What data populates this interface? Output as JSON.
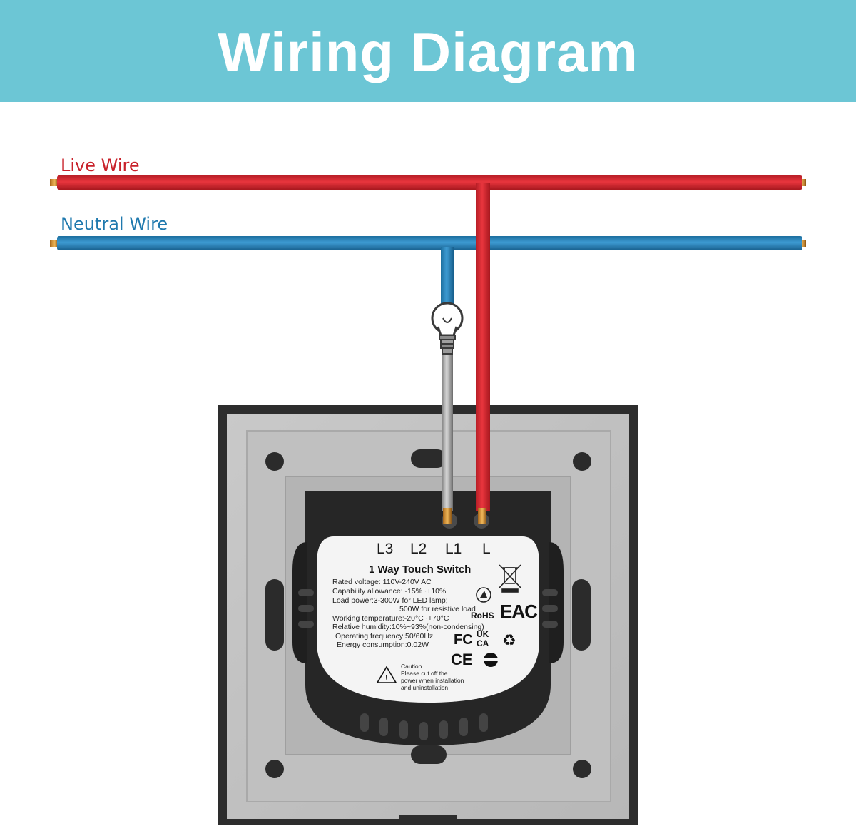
{
  "title": "Wiring Diagram",
  "wires": {
    "live_label": "Live Wire",
    "neutral_label": "Neutral Wire",
    "live_color": "#d8262f",
    "neutral_color": "#2a86c0"
  },
  "terminals": [
    "L3",
    "L2",
    "L1",
    "L"
  ],
  "label": {
    "product": "1 Way Touch Switch",
    "specs": [
      "Rated voltage: 110V-240V AC",
      "Capability allowance: -15%~+10%",
      "Load power:3-300W for LED lamp;",
      "500W for resistive load",
      "Working temperature:-20°C~+70°C",
      "Relative humidity:10%~93%(non-condensing)",
      "Operating frequency:50/60Hz",
      "Energy consumption:0.02W"
    ],
    "caution_title": "Caution",
    "caution_lines": [
      "Please cut off the",
      "power when installation",
      "and uninstallation"
    ],
    "marks": {
      "rohs": "RoHS",
      "eac": "EAC",
      "fc": "FC",
      "uk": "UK",
      "ca": "CA",
      "ce": "CE"
    }
  },
  "icons": [
    "bulb-icon",
    "weee-bin-icon",
    "recycle-icon",
    "warning-icon"
  ]
}
